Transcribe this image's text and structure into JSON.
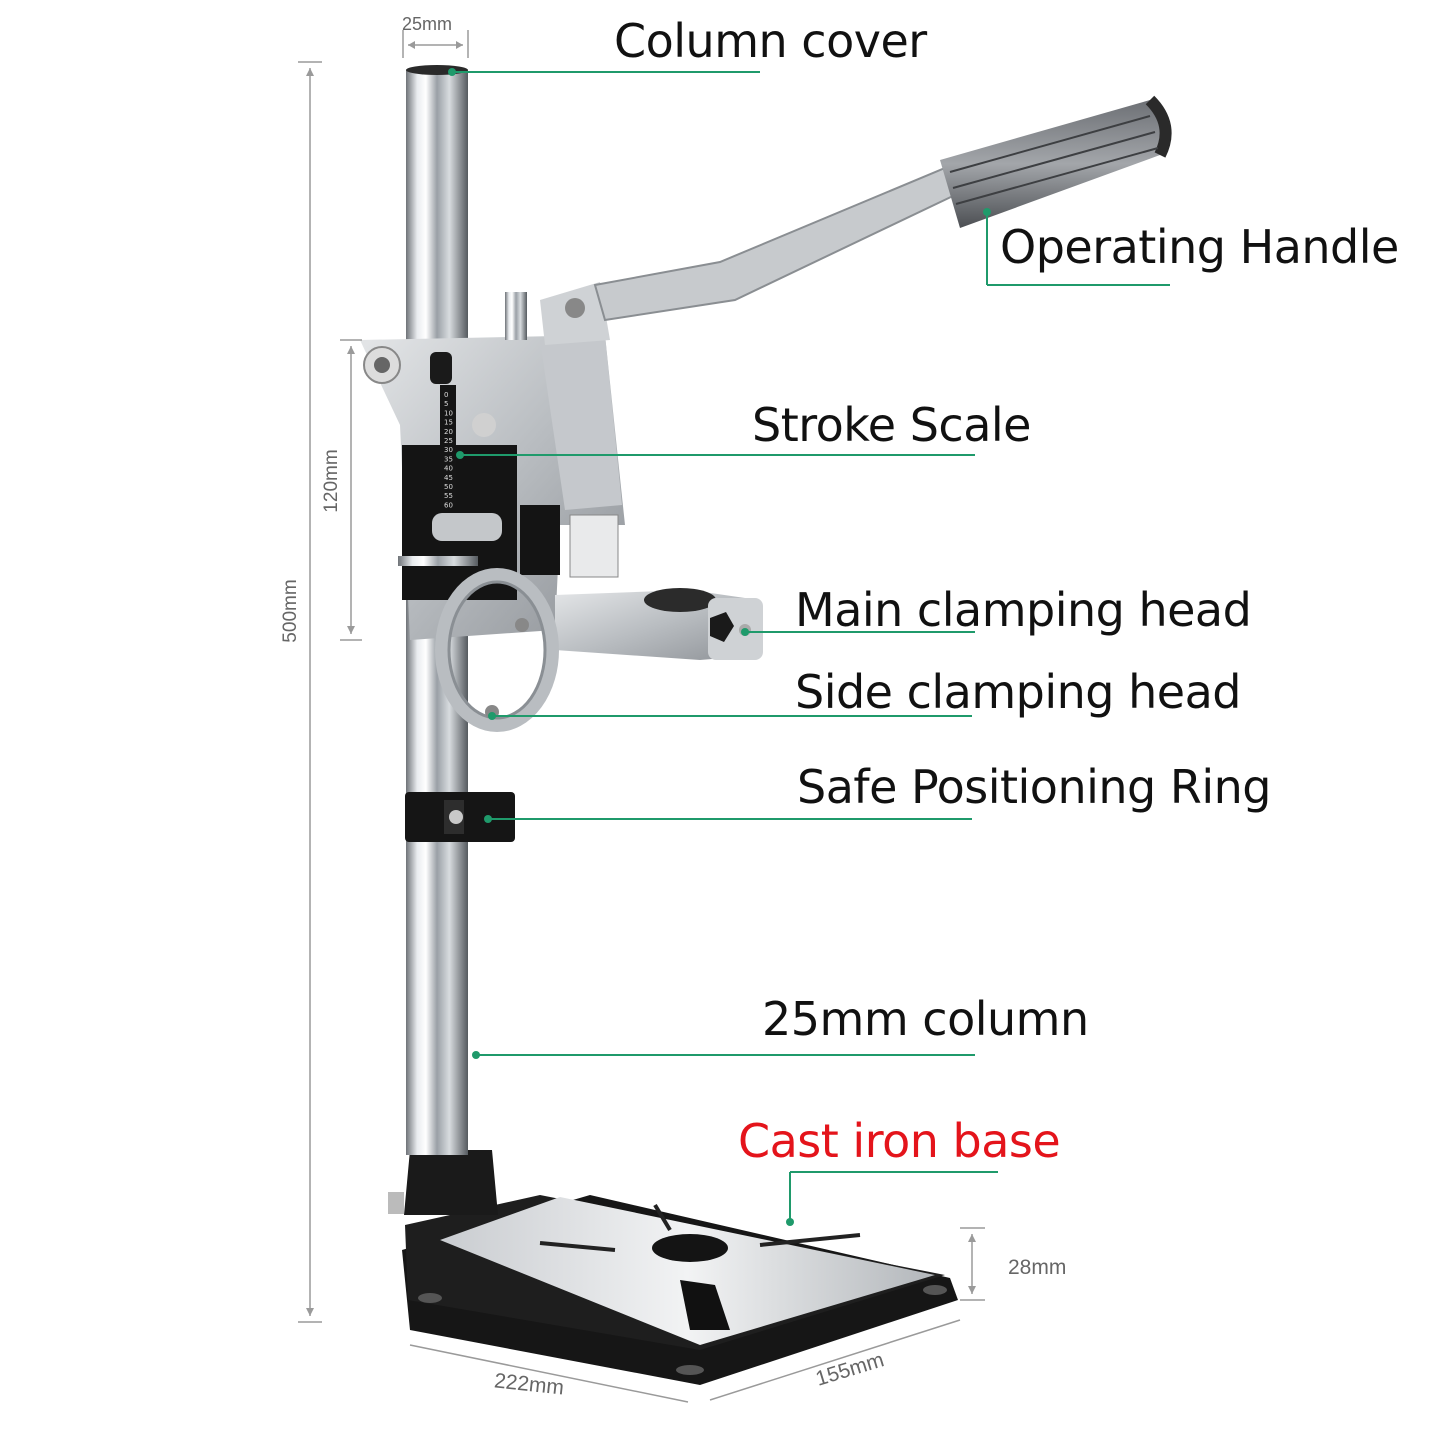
{
  "labels": {
    "column_cover": "Column cover",
    "operating_handle": "Operating Handle",
    "stroke_scale": "Stroke Scale",
    "main_clamping_head": "Main clamping head",
    "side_clamping_head": "Side clamping head",
    "safe_positioning_ring": "Safe Positioning Ring",
    "column_25mm": "25mm column",
    "cast_iron_base": "Cast iron base"
  },
  "dimensions": {
    "column_diameter": "25mm",
    "total_height": "500mm",
    "stroke": "120mm",
    "base_thickness": "28mm",
    "base_width": "222mm",
    "base_depth": "155mm"
  },
  "scale_marks": [
    "0",
    "5",
    "10",
    "15",
    "20",
    "25",
    "30",
    "35",
    "40",
    "45",
    "50",
    "55",
    "60"
  ],
  "colors": {
    "leader": "#1f9a6b",
    "label_text": "#111111",
    "highlight_label": "#e4141b",
    "dimension_line": "#9a9a9a"
  }
}
